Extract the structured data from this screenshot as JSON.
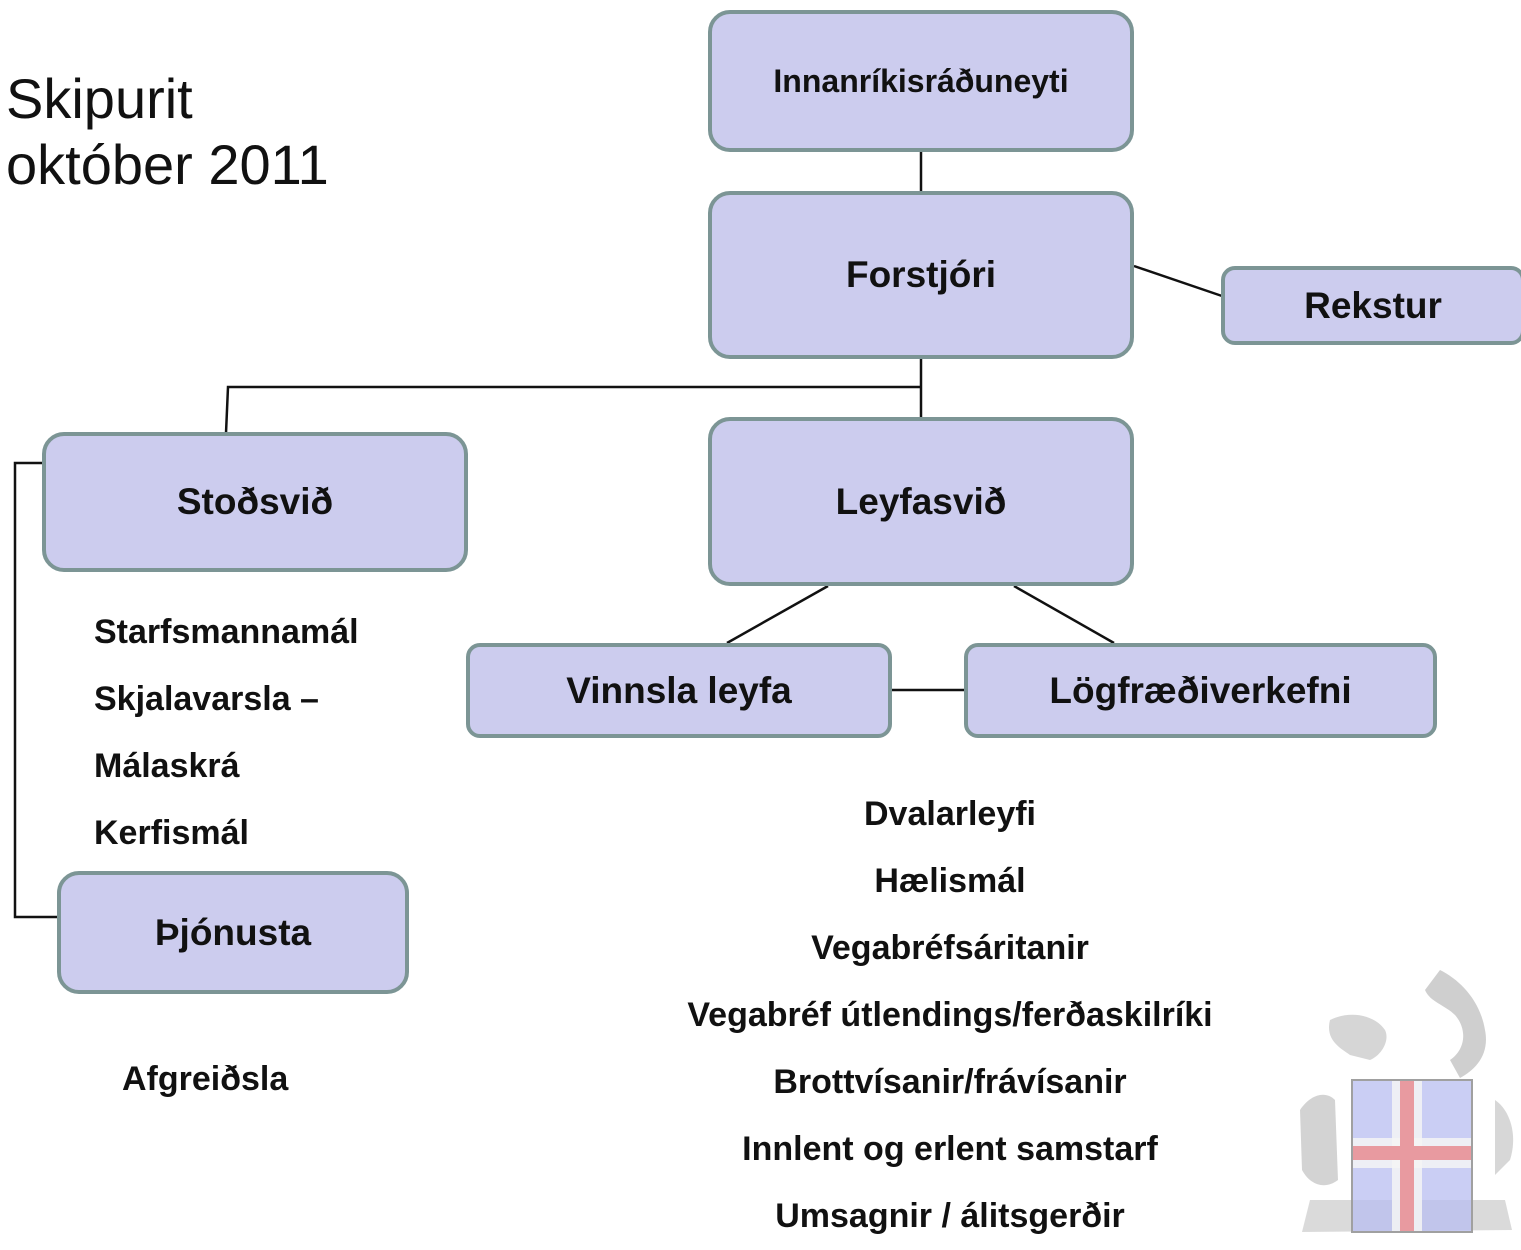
{
  "title": {
    "line1": "Skipurit",
    "line2": "október 2011"
  },
  "nodes": {
    "ministry": "Innanríkisráðuneyti",
    "director": "Forstjóri",
    "operations": "Rekstur",
    "support": "Stoðsvið",
    "permits": "Leyfasvið",
    "processing": "Vinnsla leyfa",
    "legal": "Lögfræðiverkefni",
    "service": "Þjónusta"
  },
  "support_items": [
    "Starfsmannamál",
    "Skjalavarsla –",
    "Málaskrá",
    "Kerfismál"
  ],
  "service_items": [
    "Afgreiðsla"
  ],
  "permit_items": [
    "Dvalarleyfi",
    "Hælismál",
    "Vegabréfsáritanir",
    "Vegabréf útlendings/ferðaskilríki",
    "Brottvísanir/frávísanir",
    "Innlent og erlent samstarf",
    "Umsagnir / álitsgerðir"
  ],
  "colors": {
    "box_fill": "#ccccee",
    "box_border": "#7c9595",
    "connector": "#111111",
    "flag_blue": "#b8bdf0",
    "flag_red": "#e89aa0"
  },
  "emblem": "coat-of-arms-icon"
}
